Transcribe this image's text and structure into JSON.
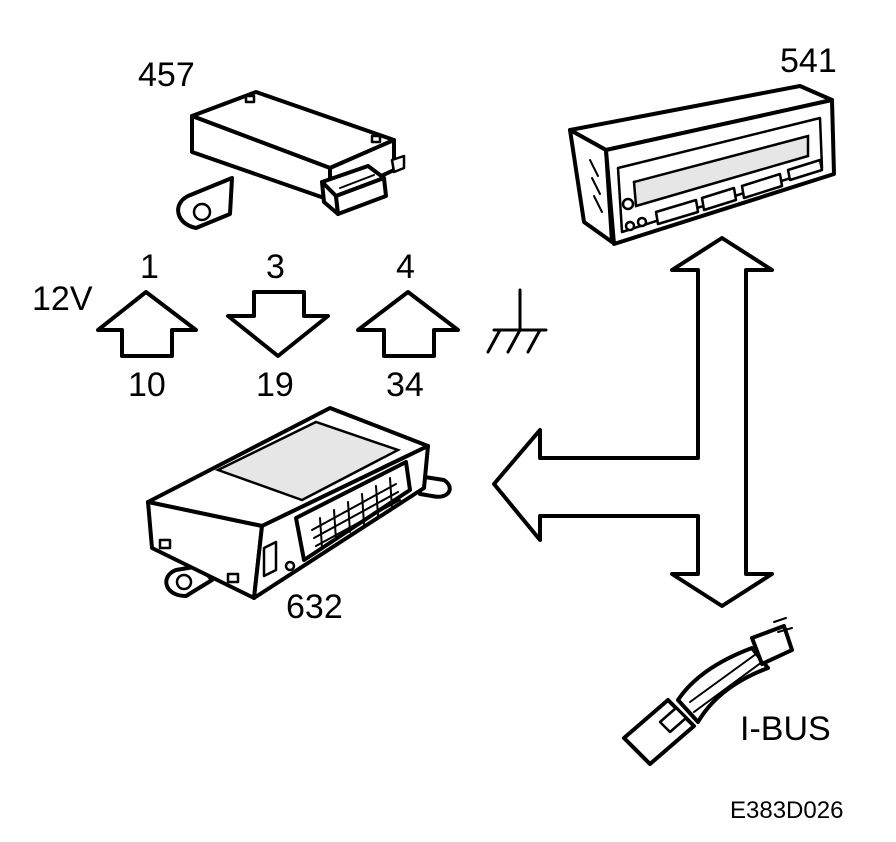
{
  "components": {
    "module_457": {
      "label": "457",
      "icon": "control-module-icon"
    },
    "display_541": {
      "label": "541",
      "icon": "display-panel-icon"
    },
    "module_632": {
      "label": "632",
      "icon": "control-unit-icon"
    },
    "connector_ibus": {
      "label": "I-BUS",
      "icon": "connector-plug-icon"
    }
  },
  "supply": {
    "label": "12V"
  },
  "signals": [
    {
      "top": "1",
      "bottom": "10",
      "direction": "up"
    },
    {
      "top": "3",
      "bottom": "19",
      "direction": "down"
    },
    {
      "top": "4",
      "bottom": "34",
      "direction": "up"
    }
  ],
  "ground": {
    "icon": "ground-symbol-icon"
  },
  "bus_arrows": {
    "icon": "bus-arrow-icon"
  },
  "figure_code": "E383D026"
}
